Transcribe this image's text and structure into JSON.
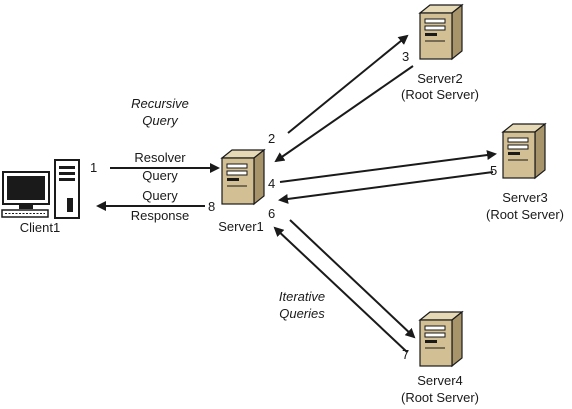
{
  "nodes": {
    "client1": {
      "label": "Client1"
    },
    "server1": {
      "label": "Server1"
    },
    "server2": {
      "line1": "Server2",
      "line2": "(Root Server)"
    },
    "server3": {
      "line1": "Server3",
      "line2": "(Root Server)"
    },
    "server4": {
      "line1": "Server4",
      "line2": "(Root Server)"
    }
  },
  "annotations": {
    "recursive": {
      "line1": "Recursive",
      "line2": "Query"
    },
    "iterative": {
      "line1": "Iterative",
      "line2": "Queries"
    },
    "resolver_query": {
      "line1": "Resolver",
      "line2": "Query"
    },
    "query_response": {
      "line1": "Query",
      "line2": "Response"
    }
  },
  "steps": {
    "s1": "1",
    "s2": "2",
    "s3": "3",
    "s4": "4",
    "s5": "5",
    "s6": "6",
    "s7": "7",
    "s8": "8"
  },
  "colors": {
    "server_body": "#d2bf93",
    "server_top": "#e6d9b5",
    "server_side": "#a8946a",
    "outline": "#1a1a1a"
  }
}
